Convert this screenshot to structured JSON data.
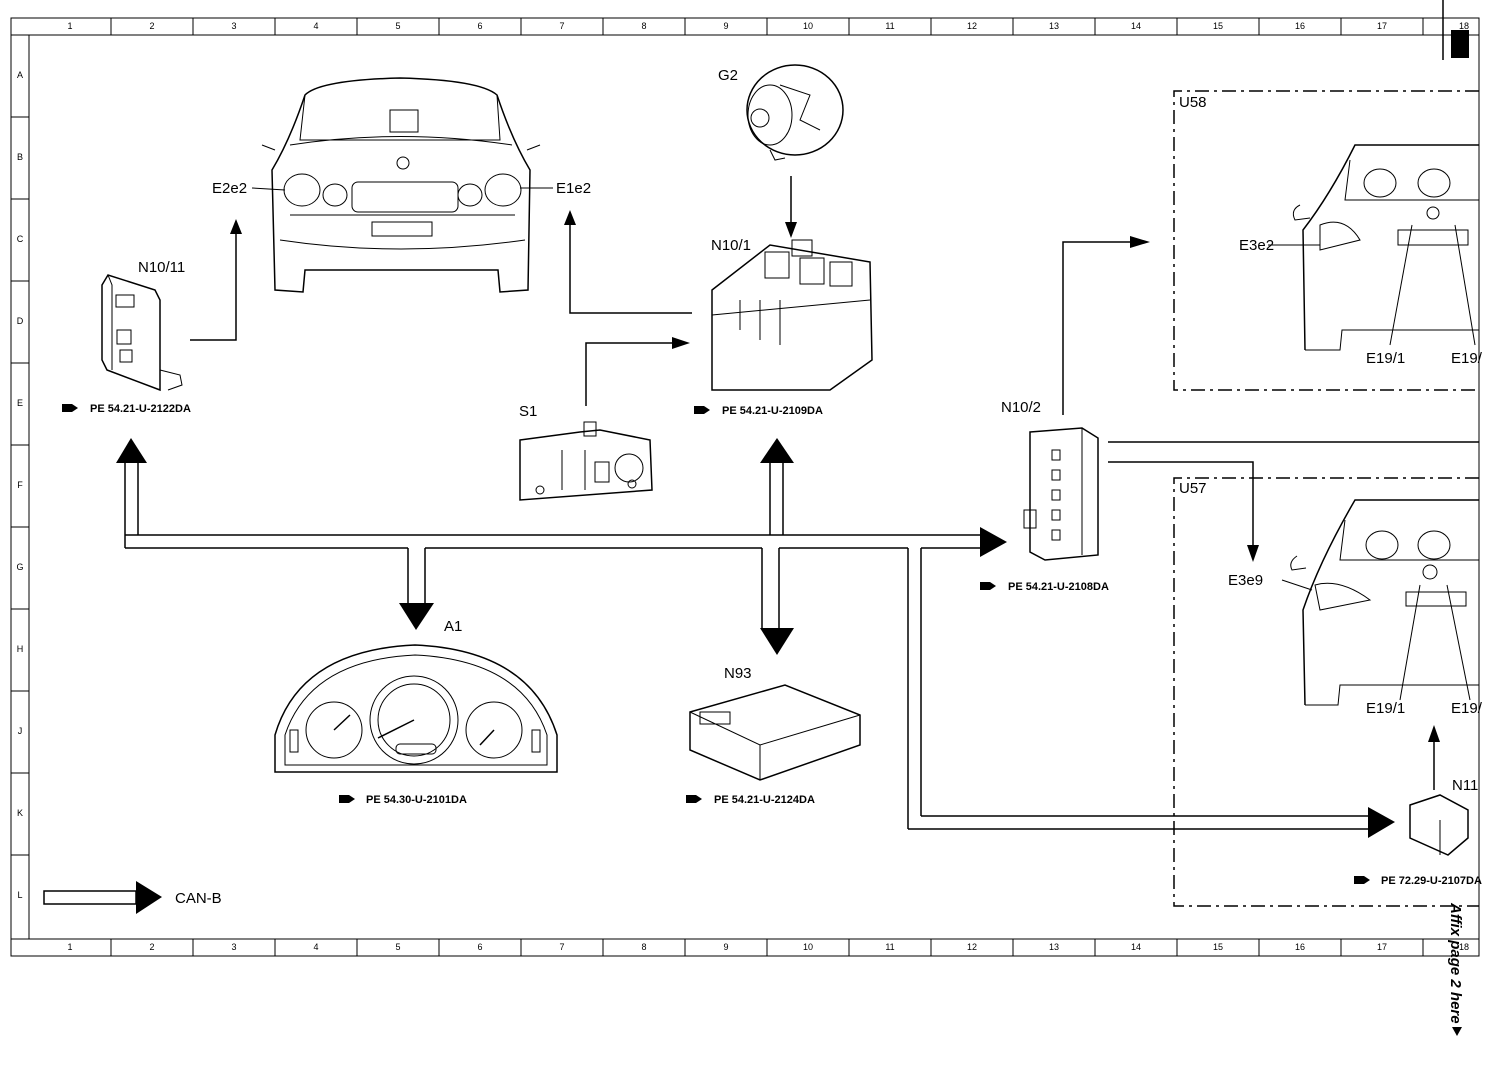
{
  "frame": {
    "column_numbers": [
      "1",
      "2",
      "3",
      "4",
      "5",
      "6",
      "7",
      "8",
      "9",
      "10",
      "11",
      "12",
      "13",
      "14",
      "15",
      "16",
      "17",
      "18"
    ],
    "row_letters": [
      "A",
      "B",
      "C",
      "D",
      "E",
      "F",
      "G",
      "H",
      "J",
      "K",
      "L"
    ]
  },
  "components": {
    "g2": "G2",
    "n10_11": "N10/11",
    "e2e2": "E2e2",
    "e1e2": "E1e2",
    "n10_1": "N10/1",
    "s1": "S1",
    "n10_2": "N10/2",
    "a1": "A1",
    "n93": "N93",
    "u58": "U58",
    "u57": "U57",
    "e3e2": "E3e2",
    "e3e9": "E3e9",
    "e19_1_top": "E19/1",
    "e19_2_top": "E19/",
    "e19_1_bottom": "E19/1",
    "e19_2_bottom": "E19/",
    "n11": "N11"
  },
  "references": {
    "n10_11": "PE 54.21-U-2122DA",
    "n10_1": "PE 54.21-U-2109DA",
    "n10_2": "PE 54.21-U-2108DA",
    "a1": "PE 54.30-U-2101DA",
    "n93": "PE 54.21-U-2124DA",
    "n11": "PE 72.29-U-2107DA"
  },
  "legend": {
    "can_b": "CAN-B"
  },
  "margin_note": "Affix page 2 here"
}
